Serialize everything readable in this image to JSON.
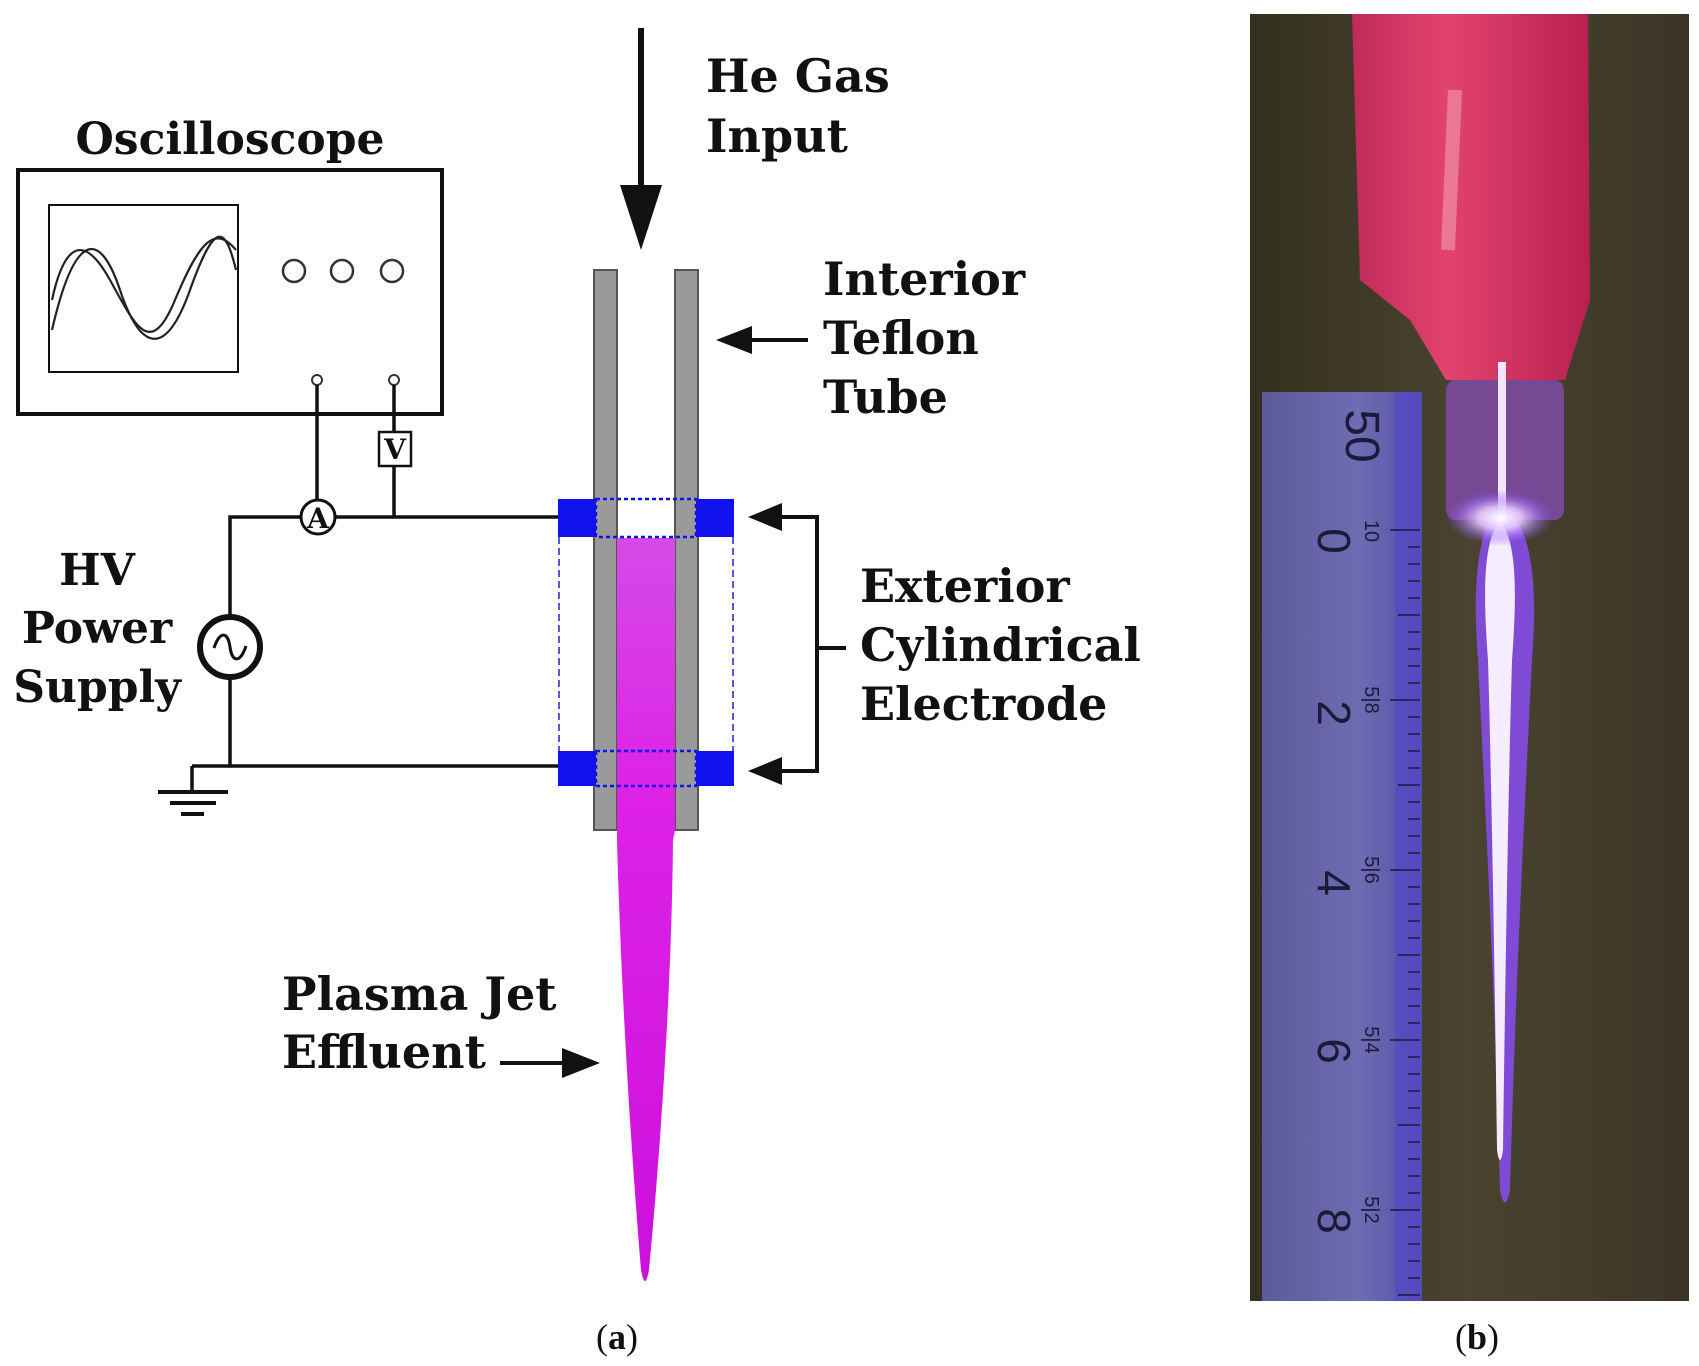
{
  "labels": {
    "oscilloscope": "Oscilloscope",
    "he_gas_line1": "He Gas",
    "he_gas_line2": "Input",
    "teflon_line1": "Interior",
    "teflon_line2": "Teflon",
    "teflon_line3": "Tube",
    "hv_line1": "HV",
    "hv_line2": "Power",
    "hv_line3": "Supply",
    "electrode_line1": "Exterior",
    "electrode_line2": "Cylindrical",
    "electrode_line3": "Electrode",
    "plasma_line1": "Plasma Jet",
    "plasma_line2": "Effluent",
    "ammeter": "A",
    "voltmeter": "V"
  },
  "captions": {
    "a_open": "(",
    "a_letter": "a",
    "a_close": ")",
    "b_open": "(",
    "b_letter": "b",
    "b_close": ")"
  },
  "ruler": {
    "numbers": [
      "50",
      "0",
      "2",
      "4",
      "6",
      "8"
    ],
    "small_marks": [
      "10",
      "5|8",
      "5|6",
      "5|4",
      "5|2"
    ]
  },
  "colors": {
    "electrode": "#1111ee",
    "plasma": "#e020e8",
    "tube": "#9a9a9a",
    "photo_bg": "#3e3828"
  },
  "icons": [
    "ac-source-icon",
    "ground-icon",
    "down-arrow-icon",
    "left-arrow-icon",
    "right-arrow-icon",
    "bracket-icon"
  ]
}
